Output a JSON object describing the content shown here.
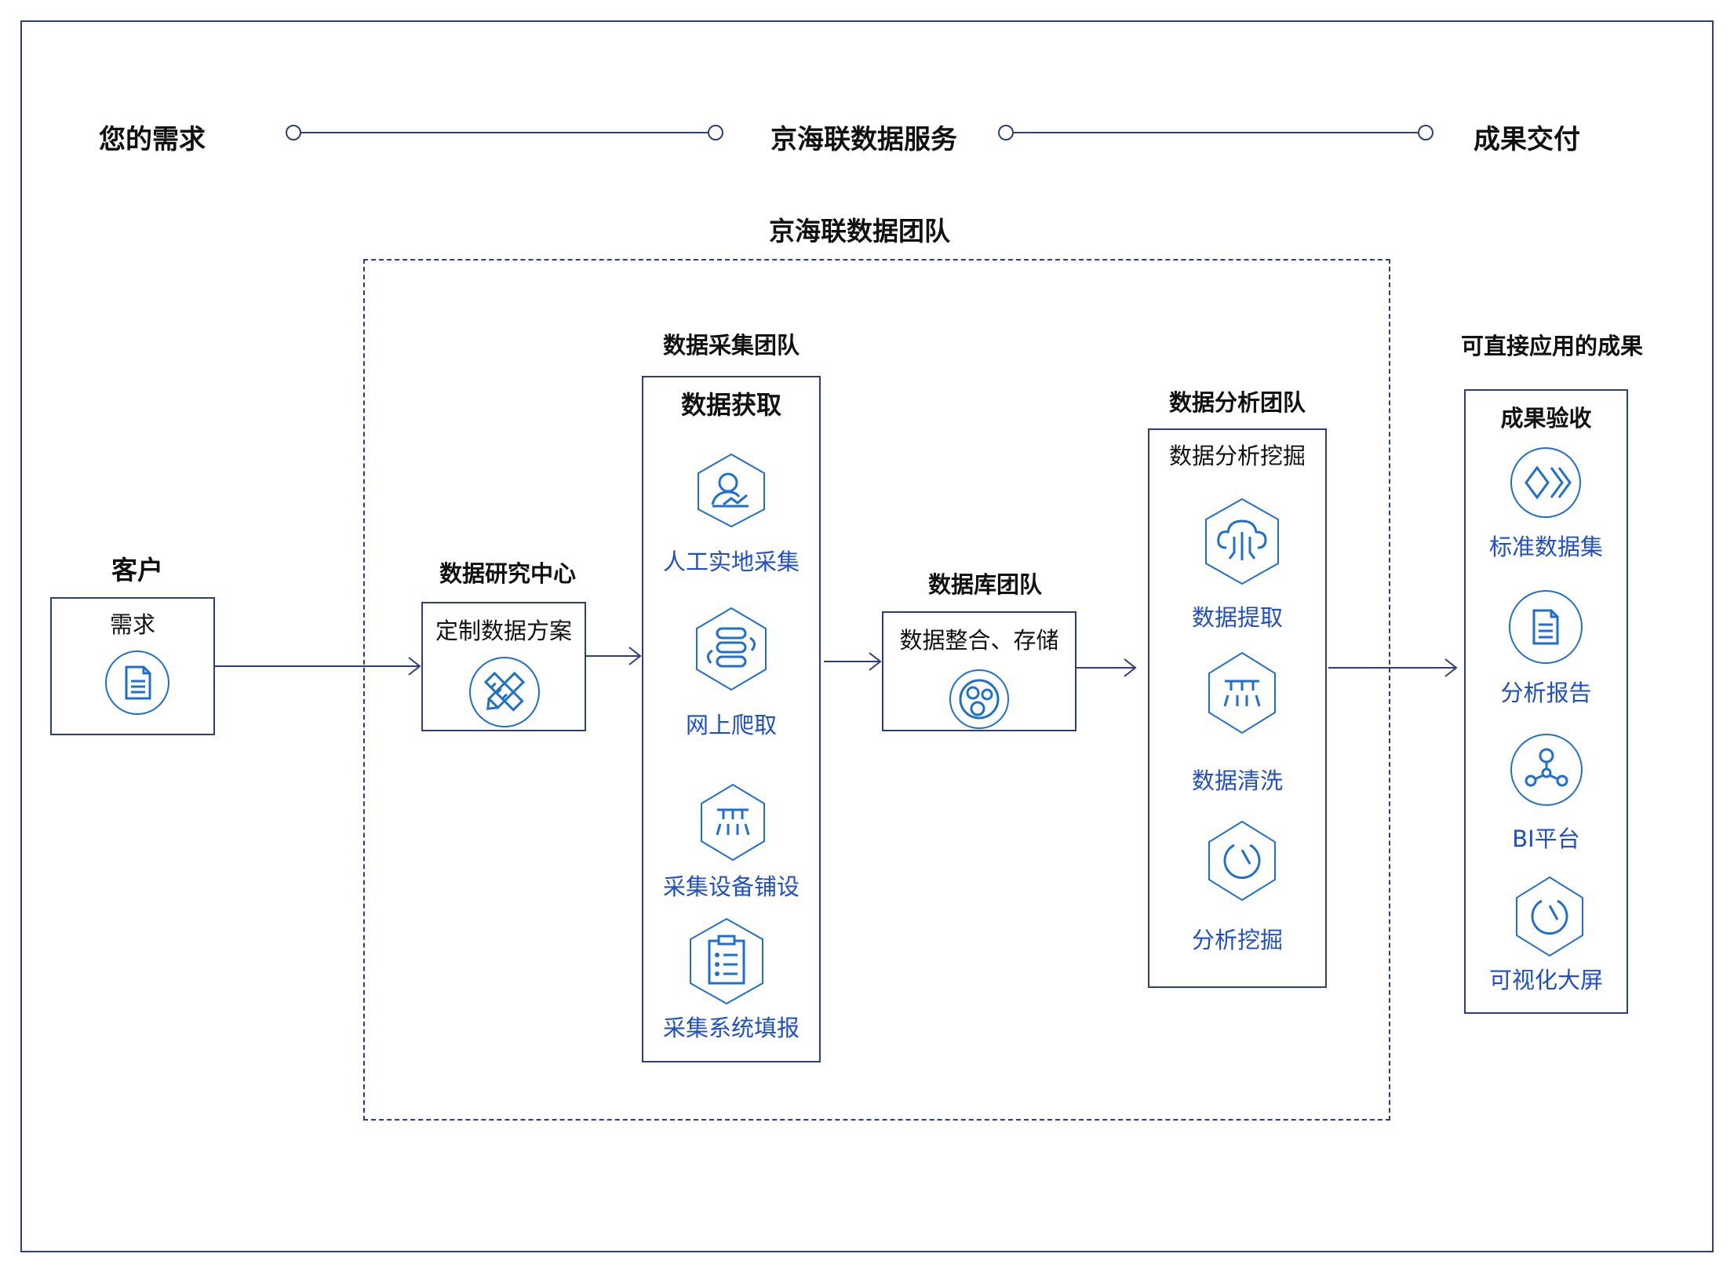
{
  "steps": {
    "needs": "您的需求",
    "service": "京海联数据服务",
    "delivery": "成果交付"
  },
  "team": {
    "title": "京海联数据团队"
  },
  "customer": {
    "title": "客户",
    "box_label": "需求",
    "icon": "document-icon"
  },
  "research": {
    "title": "数据研究中心",
    "box_label": "定制数据方案",
    "icon": "pencil-ruler-icon"
  },
  "collection": {
    "title": "数据采集团队",
    "box_label": "数据获取",
    "items": [
      {
        "label": "人工实地采集",
        "icon": "person-chart-icon"
      },
      {
        "label": "网上爬取",
        "icon": "database-sync-icon"
      },
      {
        "label": "采集设备铺设",
        "icon": "shower-icon"
      },
      {
        "label": "采集系统填报",
        "icon": "clipboard-icon"
      }
    ]
  },
  "database": {
    "title": "数据库团队",
    "box_label": "数据整合、存储",
    "icon": "cluster-icon"
  },
  "analysis": {
    "title": "数据分析团队",
    "box_label": "数据分析挖掘",
    "items": [
      {
        "label": "数据提取",
        "icon": "cloud-icon"
      },
      {
        "label": "数据清洗",
        "icon": "shower-icon"
      },
      {
        "label": "分析挖掘",
        "icon": "timer-icon"
      }
    ]
  },
  "results": {
    "title": "可直接应用的成果",
    "box_label": "成果验收",
    "items": [
      {
        "label": "标准数据集",
        "icon": "chevrons-icon"
      },
      {
        "label": "分析报告",
        "icon": "report-icon"
      },
      {
        "label": "BI平台",
        "icon": "network-icon"
      },
      {
        "label": "可视化大屏",
        "icon": "timer-icon"
      }
    ]
  },
  "colors": {
    "line": "#2b3f7a",
    "icon": "#1f6fd1",
    "label": "#1f4fc8"
  }
}
